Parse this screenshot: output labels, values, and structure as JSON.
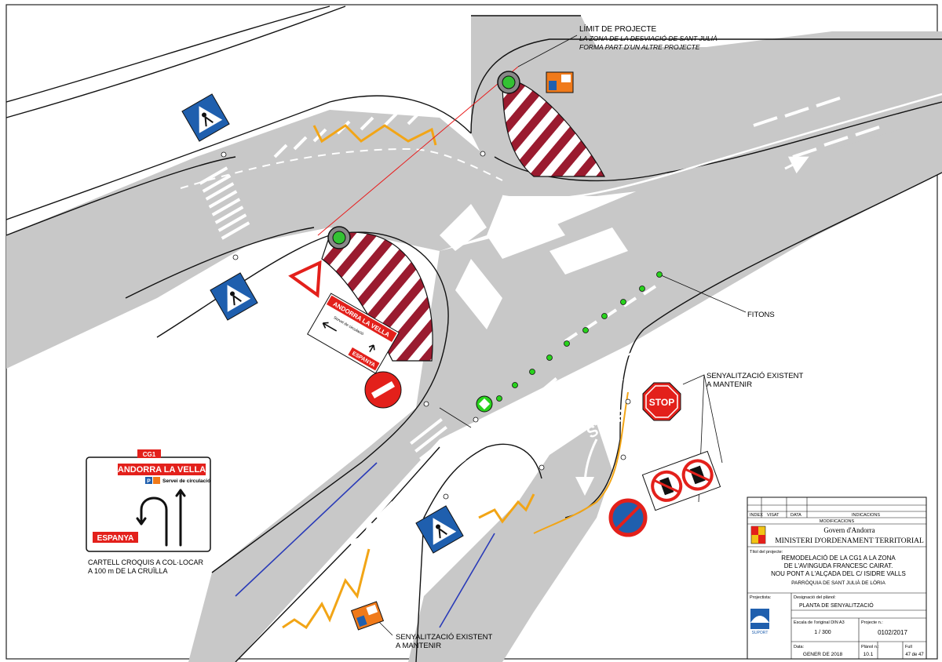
{
  "annotations": {
    "project_limit": {
      "title": "LÍMIT DE PROJECTE",
      "line1": "LA ZONA DE LA DESVIACIÓ DE SANT JULIÀ",
      "line2": "FORMA PART D'UN ALTRE PROJECTE"
    },
    "fitons": "FITONS",
    "existing_signs_right": {
      "line1": "SENYALITZACIÓ EXISTENT",
      "line2": "A MANTENIR"
    },
    "existing_signs_bottom": {
      "line1": "SENYALITZACIÓ EXISTENT",
      "line2": "A MANTENIR"
    },
    "road_marking_stop": "STOP",
    "sign_stop_text": "STOP"
  },
  "direction_sign_small": {
    "top": "ANDORRA LA VELLA",
    "middle": "Servei de circulació",
    "bottom": "ESPANYA"
  },
  "croquis": {
    "road_badge": "CG1",
    "destination_top": "ANDORRA LA VELLA",
    "parking_p": "P",
    "service_text": "Servei de circulació",
    "destination_bottom": "ESPANYA",
    "caption_line1": "CARTELL CROQUIS A COL·LOCAR",
    "caption_line2": "A 100 m DE LA CRUÏLLA"
  },
  "title_block": {
    "revision_headers": [
      "INDEX",
      "VISAT",
      "DATA",
      "INDICACIONS"
    ],
    "modifications": "MODIFICACIONS",
    "org_line1": "Govern d'Andorra",
    "org_line2": "MINISTERI D'ORDENAMENT TERRITORIAL",
    "project_title_label": "Títol del projecte:",
    "project_title_1": "REMODELACIÓ DE LA CG1 A LA ZONA",
    "project_title_2": "DE L'AVINGUDA FRANCESC CAIRAT.",
    "project_title_3": "NOU PONT A L'ALÇADA DEL C/ ISIDRE VALLS",
    "parish": "PARRÒQUIA DE SANT JULIÀ DE LÒRIA",
    "designer_label": "Projectista:",
    "plan_designation_label": "Designació del plànol:",
    "plan_designation": "PLANTA DE SENYALITZACIÓ",
    "designer_logo_text": "SUPORT",
    "scale_label": "Escala de l'original DIN A3",
    "scale": "1 / 300",
    "project_no_label": "Projecte n.:",
    "project_no": "0102/2017",
    "date_label": "Data:",
    "date": "GENER DE 2018",
    "plan_no_label": "Plànol n.:",
    "plan_no": "10.1",
    "sheet_label": "Full",
    "sheet": "47 de 47"
  },
  "colors": {
    "road": "#c8c8c8",
    "road_marking": "#ffffff",
    "hatch_red": "#9a1b2f",
    "zigzag_yellow": "#f2a516",
    "limit_line": "#e81c1c",
    "bollard_green": "#28d21c",
    "sign_blue": "#1f5fae",
    "sign_red": "#e3201b",
    "bus_lane_blue": "#2a3bb8"
  }
}
